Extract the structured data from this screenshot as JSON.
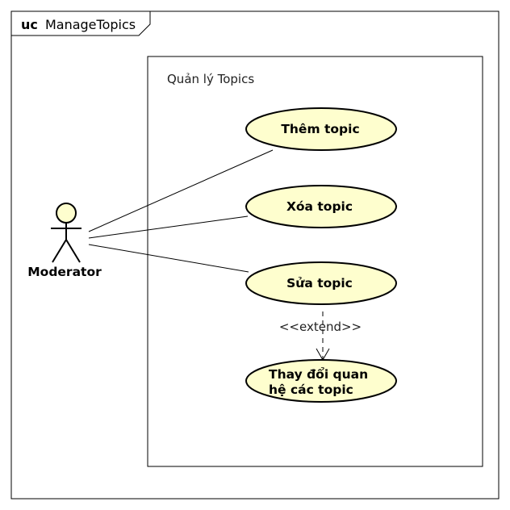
{
  "frame": {
    "keyword": "uc",
    "name": "ManageTopics"
  },
  "boundary": {
    "title": "Quản lý Topics"
  },
  "actor": {
    "name": "Moderator"
  },
  "use_cases": [
    {
      "line1": "Thêm topic",
      "line2": ""
    },
    {
      "line1": "Xóa topic",
      "line2": ""
    },
    {
      "line1": "Sửa topic",
      "line2": ""
    },
    {
      "line1": "Thay đổi quan",
      "line2": "hệ các topic"
    }
  ],
  "extend": {
    "label": "<<extend>>"
  },
  "colors": {
    "usecase_fill": "#fefece",
    "actor_fill": "#fefece",
    "stroke": "#000000"
  }
}
